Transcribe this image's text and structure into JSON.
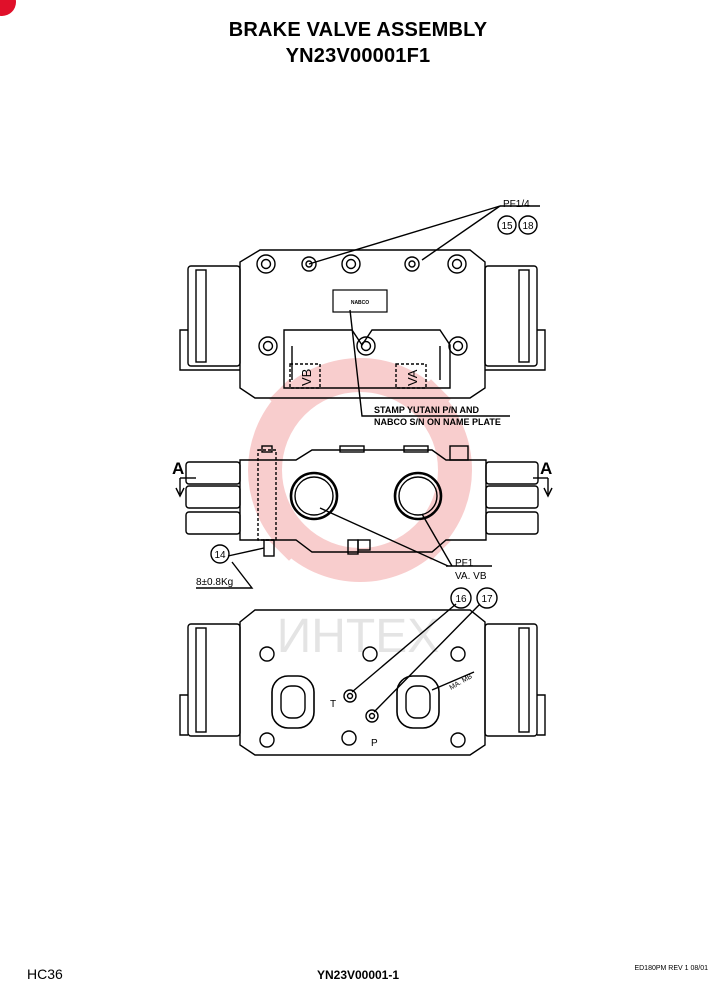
{
  "header": {
    "title_line1": "BRAKE VALVE ASSEMBLY",
    "title_line2": "YN23V00001F1"
  },
  "callouts": {
    "pf14": "PF1/4",
    "c15": "15",
    "c18": "18",
    "stamp_line1": "STAMP YUTANI P/N AND",
    "stamp_line2": "NABCO S/N ON NAME PLATE",
    "nabco": "NABCO",
    "vb": "VB",
    "va": "VA",
    "section_a": "A",
    "c14": "14",
    "torque": "8±0.8Kg",
    "pf1": "PF1",
    "pf1_ports": "VA. VB",
    "c16": "16",
    "c17": "17",
    "port_t": "T",
    "port_p": "P",
    "mamb": "MA. MB"
  },
  "watermark": {
    "text": "ИНТЕХ",
    "color": "#e02020"
  },
  "footer": {
    "left": "HC36",
    "center": "YN23V00001-1",
    "right": "ED180PM REV 1 08/01"
  }
}
